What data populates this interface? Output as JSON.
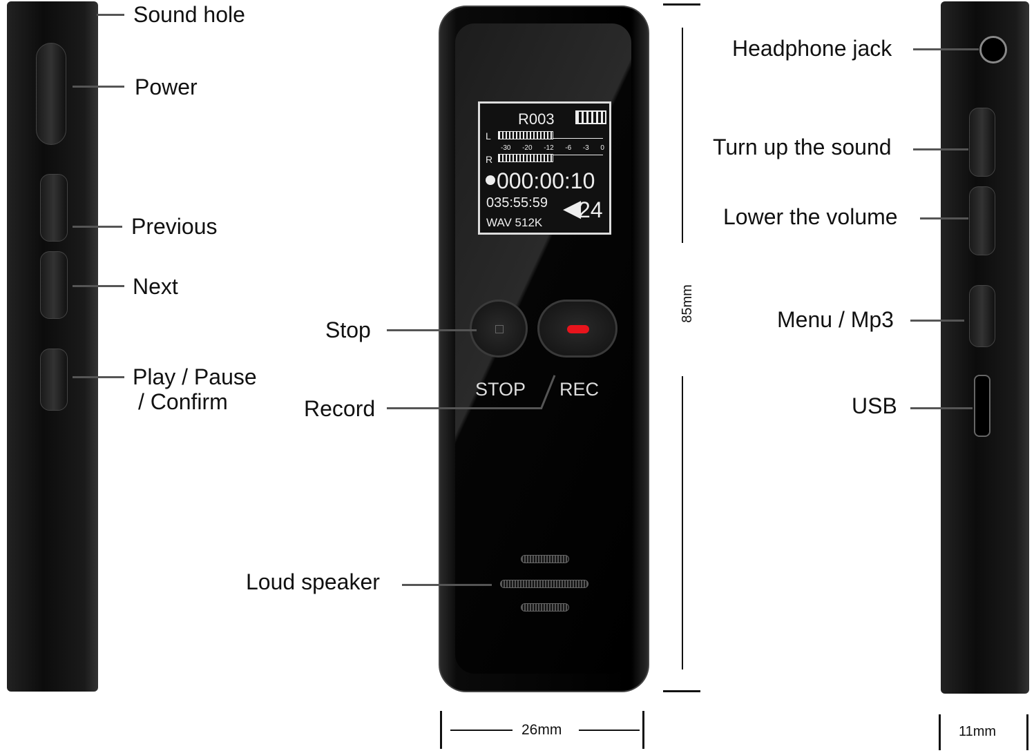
{
  "left_labels": {
    "sound_hole": "Sound hole",
    "power": "Power",
    "previous": "Previous",
    "next": "Next",
    "play_pause": "Play / Pause",
    "confirm": "/ Confirm"
  },
  "center_labels": {
    "stop": "Stop",
    "record": "Record",
    "loud_speaker": "Loud speaker",
    "stop_button": "STOP",
    "rec_button": "REC"
  },
  "right_labels": {
    "headphone_jack": "Headphone jack",
    "volume_up": "Turn up the sound",
    "volume_down": "Lower the volume",
    "menu": "Menu / Mp3",
    "usb": "USB"
  },
  "dimensions": {
    "height": "85mm",
    "width": "26mm",
    "depth": "11mm"
  },
  "screen": {
    "file": "R003",
    "left_channel": "L",
    "right_channel": "R",
    "scale": [
      "-30",
      "-20",
      "-12",
      "-6",
      "-3",
      "0"
    ],
    "elapsed": "000:00:10",
    "remaining": "035:55:59",
    "format": "WAV 512K",
    "volume": "24"
  },
  "colors": {
    "rec_accent": "#e8141c"
  }
}
